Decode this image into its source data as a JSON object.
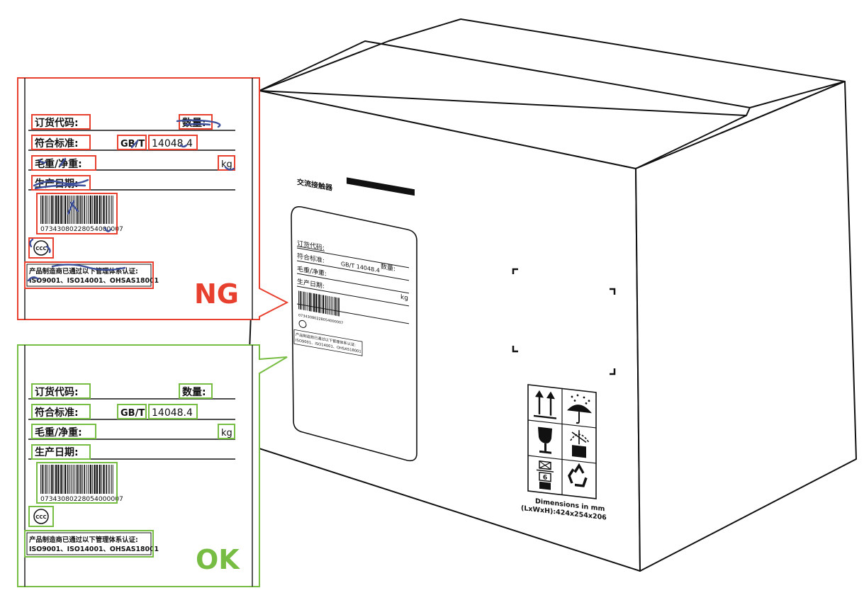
{
  "colors": {
    "ng": "#e8402f",
    "ok": "#78bd43",
    "scribble": "#3d4f9a",
    "ink": "#111111"
  },
  "callouts": {
    "ng_verdict": "NG",
    "ok_verdict": "OK"
  },
  "label": {
    "order_code": "订货代码:",
    "quantity": "数量:",
    "standard": "符合标准:",
    "gb": "GB/T",
    "std_number": "14048.4",
    "weight": "毛重/净重:",
    "kg": "kg",
    "date": "生产日期:",
    "barcode_number": "07343080228054000007",
    "cert_line1": "产品制造商已通过以下管理体系认证:",
    "cert_line2": "ISO9001、ISO14001、OHSAS18001",
    "ccc_mark": "CCC"
  },
  "box_label": {
    "product_name": "交流接触器",
    "order_code": "订货代码:",
    "standard": "符合标准:",
    "gb_number": "GB/T 14048.4",
    "quantity": "数量:",
    "weight": "毛重/净重:",
    "date": "生产日期:",
    "kg": "kg",
    "barcode_number": "07343080228054000007",
    "cert_line1": "产品制造商已通过以下管理体系认证:",
    "cert_line2": "ISO9001、ISO14001、OHSAS18001"
  },
  "box_symbols": {
    "icons": [
      "this-way-up-icon",
      "keep-dry-icon",
      "fragile-icon",
      "temperature-limit-icon",
      "stacking-limit-icon",
      "recycle-icon"
    ],
    "stack_number": "6",
    "dimensions_line1": "Dimensions in mm",
    "dimensions_line2": "(LxWxH):424x254x206"
  }
}
